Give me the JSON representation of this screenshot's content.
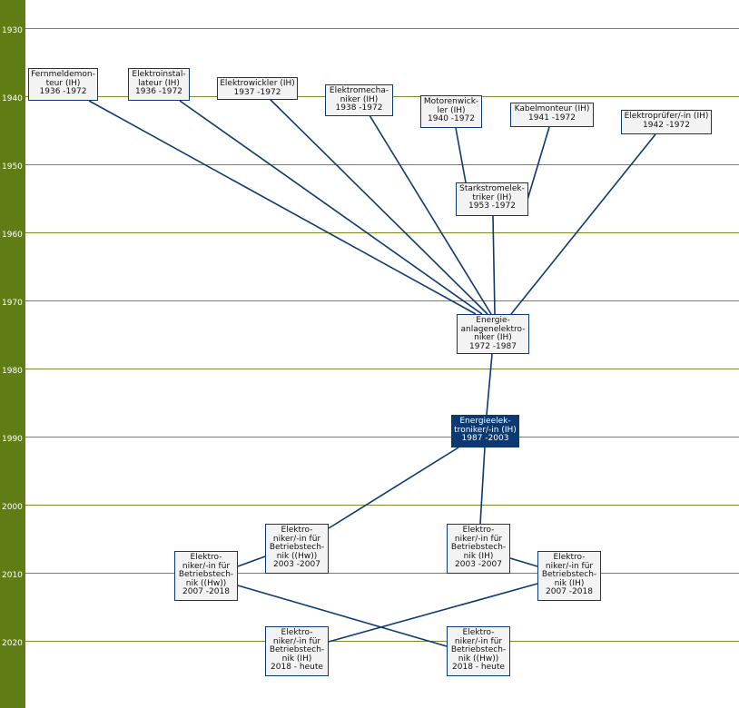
{
  "colors": {
    "sidebar": "#5f7d14",
    "gridline": "#7d8a2a",
    "link": "#0c3a70",
    "node_bg": "#f3f3f3",
    "current_bg": "#0c3a70"
  },
  "timeline": {
    "years": [
      "1930",
      "1940",
      "1950",
      "1960",
      "1970",
      "1980",
      "1990",
      "2000",
      "2010",
      "2020"
    ]
  },
  "occupations": [
    {
      "id": "fernmelde",
      "text": "Fernmeldemon-\nteur (IH)\n1936 -1972"
    },
    {
      "id": "elektroinstallateur",
      "text": "Elektroinstal-\nlateur (IH)\n1936 -1972"
    },
    {
      "id": "elektrowickler",
      "text": "Elektrowickler (IH)\n1937 -1972"
    },
    {
      "id": "elektromechaniker",
      "text": "Elektromecha-\nniker (IH)\n1938 -1972"
    },
    {
      "id": "motorenwickler",
      "text": "Motorenwick-\nler (IH)\n1940 -1972"
    },
    {
      "id": "kabelmonteur",
      "text": "Kabelmonteur (IH)\n1941 -1972"
    },
    {
      "id": "elektropruefer",
      "text": "Elektroprüfer/-in (IH)\n1942 -1972"
    },
    {
      "id": "starkstrom",
      "text": "Starkstromelek-\ntriker (IH)\n1953 -1972"
    },
    {
      "id": "energieanlagen",
      "text": "Energie-\nanlagenelektro-\nniker (IH)\n1972 -1987"
    },
    {
      "id": "energieelektroniker",
      "text": "Energieelek-\ntroniker/-in (IH)\n1987 -2003",
      "current": true
    },
    {
      "id": "betrieb_hw_2003",
      "text": "Elektro-\nniker/-in für\nBetriebstech-\nnik ((Hw))\n2003 -2007"
    },
    {
      "id": "betrieb_ih_2003",
      "text": "Elektro-\nniker/-in für\nBetriebstech-\nnik (IH)\n2003 -2007"
    },
    {
      "id": "betrieb_hw_2007",
      "text": "Elektro-\nniker/-in für\nBetriebstech-\nnik ((Hw))\n2007 -2018"
    },
    {
      "id": "betrieb_ih_2007",
      "text": "Elektro-\nniker/-in für\nBetriebstech-\nnik (IH)\n2007 -2018"
    },
    {
      "id": "betrieb_ih_2018",
      "text": "Elektro-\nniker/-in für\nBetriebstech-\nnik (IH)\n2018 - heute"
    },
    {
      "id": "betrieb_hw_2018",
      "text": "Elektro-\nniker/-in für\nBetriebstech-\nnik ((Hw))\n2018 - heute"
    }
  ],
  "links": [
    [
      "fernmelde",
      "energieanlagen"
    ],
    [
      "elektroinstallateur",
      "energieanlagen"
    ],
    [
      "elektrowickler",
      "energieanlagen"
    ],
    [
      "elektromechaniker",
      "energieanlagen"
    ],
    [
      "motorenwickler",
      "starkstrom"
    ],
    [
      "kabelmonteur",
      "starkstrom"
    ],
    [
      "starkstrom",
      "energieanlagen"
    ],
    [
      "elektropruefer",
      "energieanlagen"
    ],
    [
      "energieanlagen",
      "energieelektroniker"
    ],
    [
      "energieelektroniker",
      "betrieb_hw_2003"
    ],
    [
      "energieelektroniker",
      "betrieb_ih_2003"
    ],
    [
      "betrieb_hw_2003",
      "betrieb_hw_2007"
    ],
    [
      "betrieb_ih_2003",
      "betrieb_ih_2007"
    ],
    [
      "betrieb_hw_2007",
      "betrieb_hw_2018"
    ],
    [
      "betrieb_ih_2007",
      "betrieb_ih_2018"
    ]
  ]
}
